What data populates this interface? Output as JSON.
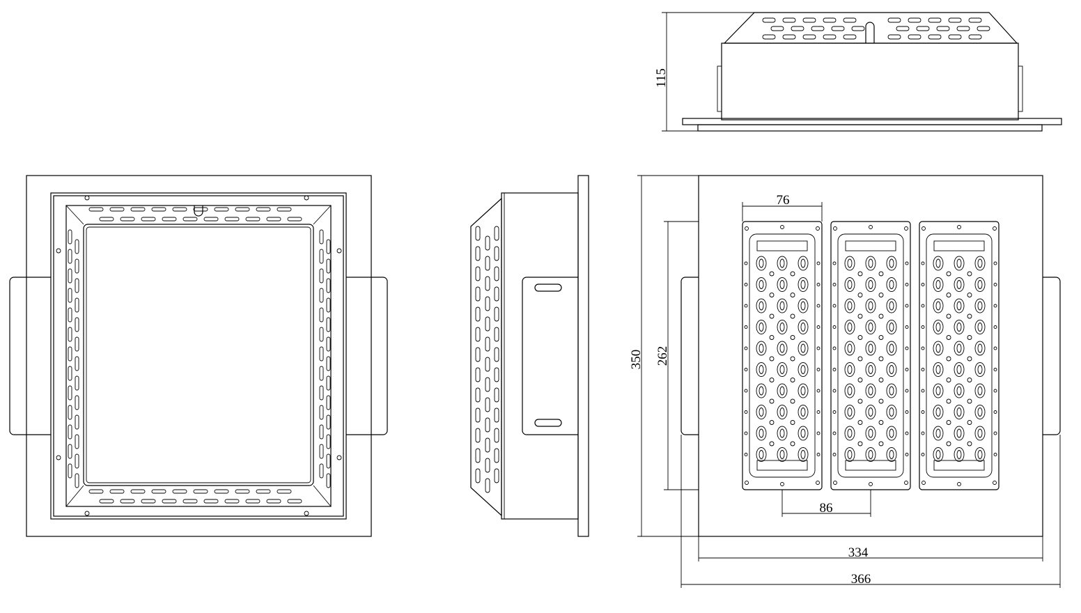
{
  "drawing": {
    "title": "LED canopy light dimension drawing",
    "views": [
      "front-view",
      "side-view",
      "top-side-view",
      "bottom-view"
    ],
    "led_modules": 3,
    "led_rows_per_module": 10,
    "led_columns_per_module": 3
  },
  "dimensions": {
    "height": "115",
    "depth": "350",
    "module_length": "262",
    "module_width": "76",
    "module_pitch": "86",
    "inner_width": "334",
    "overall_width": "366"
  },
  "colors": {
    "line": "#000000",
    "background": "#ffffff"
  }
}
